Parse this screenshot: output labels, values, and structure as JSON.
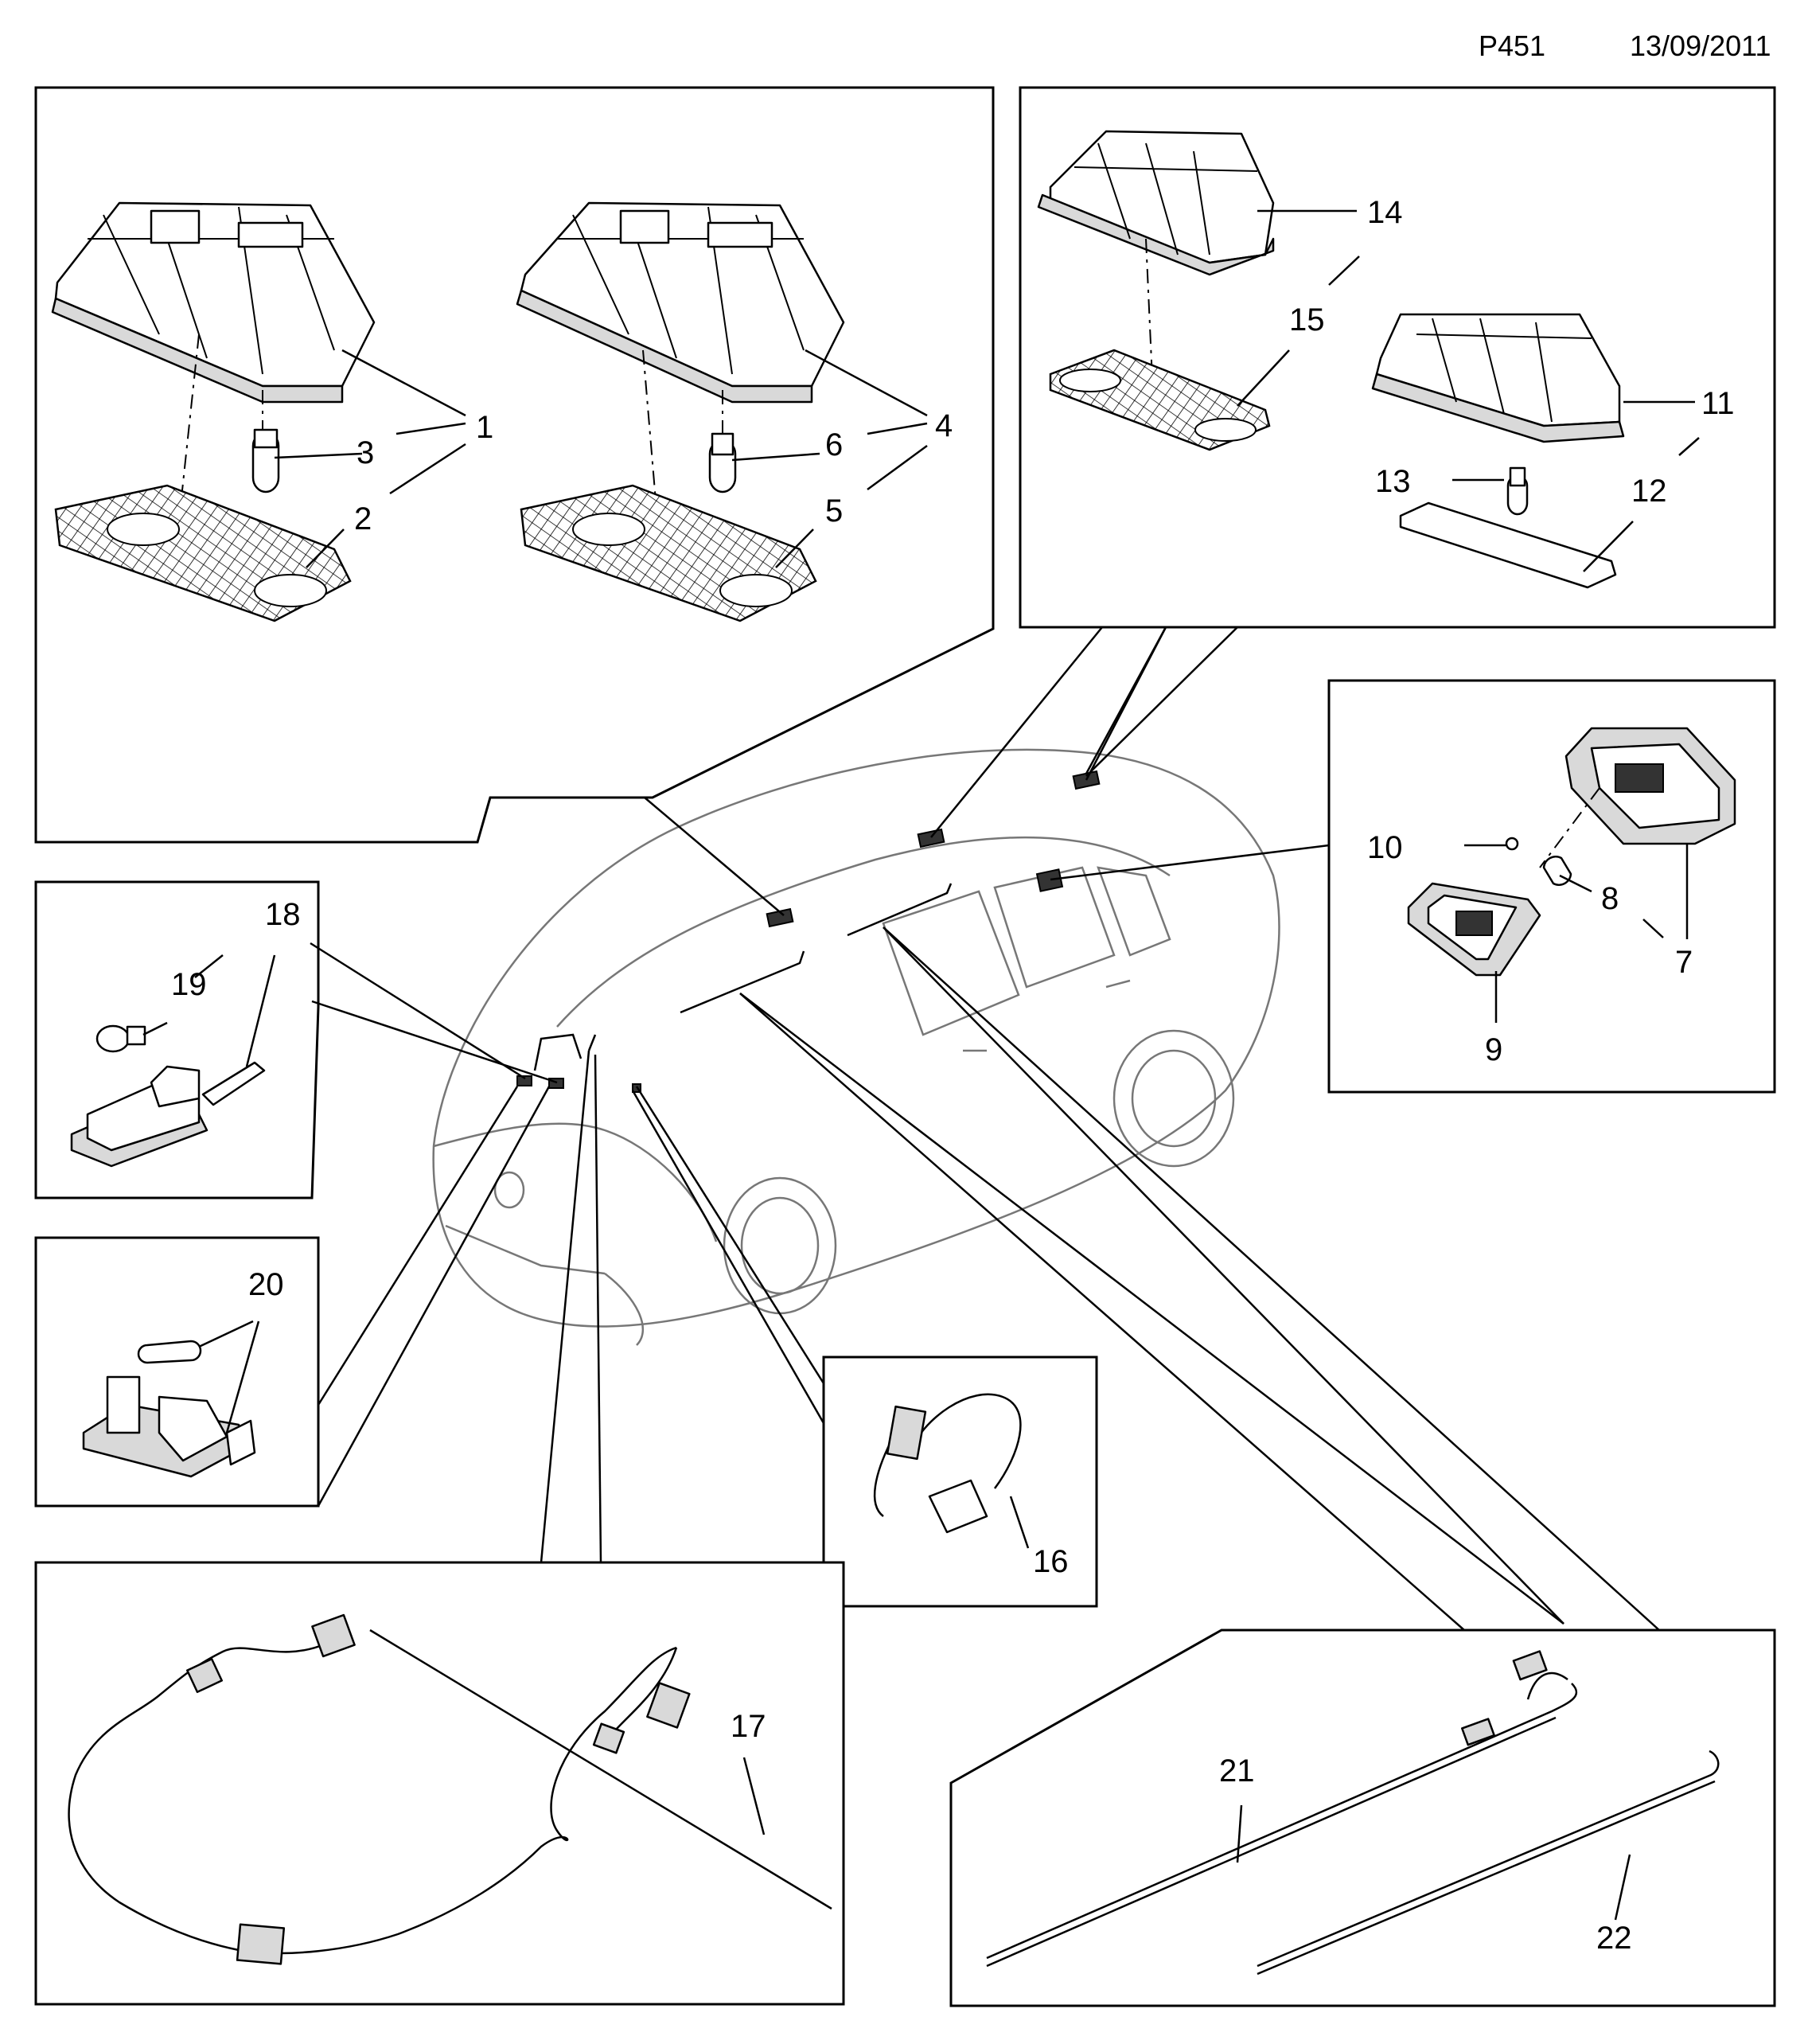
{
  "header": {
    "page_code": "P451",
    "date": "13/09/2011"
  },
  "callouts": {
    "c1": "1",
    "c2": "2",
    "c3": "3",
    "c4": "4",
    "c5": "5",
    "c6": "6",
    "c7": "7",
    "c8": "8",
    "c9": "9",
    "c10": "10",
    "c11": "11",
    "c12": "12",
    "c13": "13",
    "c14": "14",
    "c15": "15",
    "c16": "16",
    "c17": "17",
    "c18": "18",
    "c19": "19",
    "c20": "20",
    "c21": "21",
    "c22": "22"
  },
  "icons": {
    "vehicle": "vehicle-outline-icon",
    "dome_lamp": "dome-lamp-icon",
    "bulb": "bulb-icon",
    "lens": "lens-icon",
    "harness": "wiring-harness-icon"
  }
}
